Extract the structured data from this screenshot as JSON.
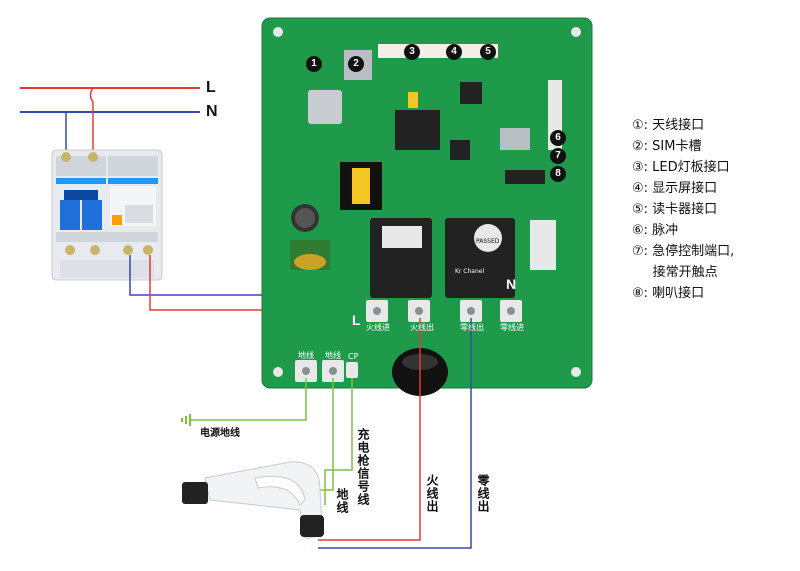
{
  "bus_labels": {
    "live": "L",
    "neutral": "N"
  },
  "board_numbers": [
    "1",
    "2",
    "3",
    "4",
    "5",
    "6",
    "7",
    "8"
  ],
  "board_labels": {
    "L": "L",
    "N": "N",
    "t1": "火线进",
    "t2": "火线出",
    "t3": "零线出",
    "t4": "零线进",
    "pass": "PASSED",
    "relay_brand": "Kr Chanel",
    "cp": "CP",
    "ground_small1": "地线",
    "ground_small2": "地线"
  },
  "wire_labels": {
    "earth": "电源地线",
    "signal": "充电枪信号线",
    "ground": "地线",
    "live_out": "火线出",
    "neutral_out": "零线出"
  },
  "legend": [
    "①: 天线接口",
    "②: SIM卡槽",
    "③: LED灯板接口",
    "④: 显示屏接口",
    "⑤: 读卡器接口",
    "⑥: 脉冲",
    "⑦: 急停控制端口,",
    "     接常开触点",
    "⑧: 喇叭接口"
  ],
  "colors": {
    "live": "#e53935",
    "neutral": "#3949ab",
    "ground": "#7cc242",
    "pcb": "#1f9a4a",
    "breaker": "#dfe3e8"
  }
}
